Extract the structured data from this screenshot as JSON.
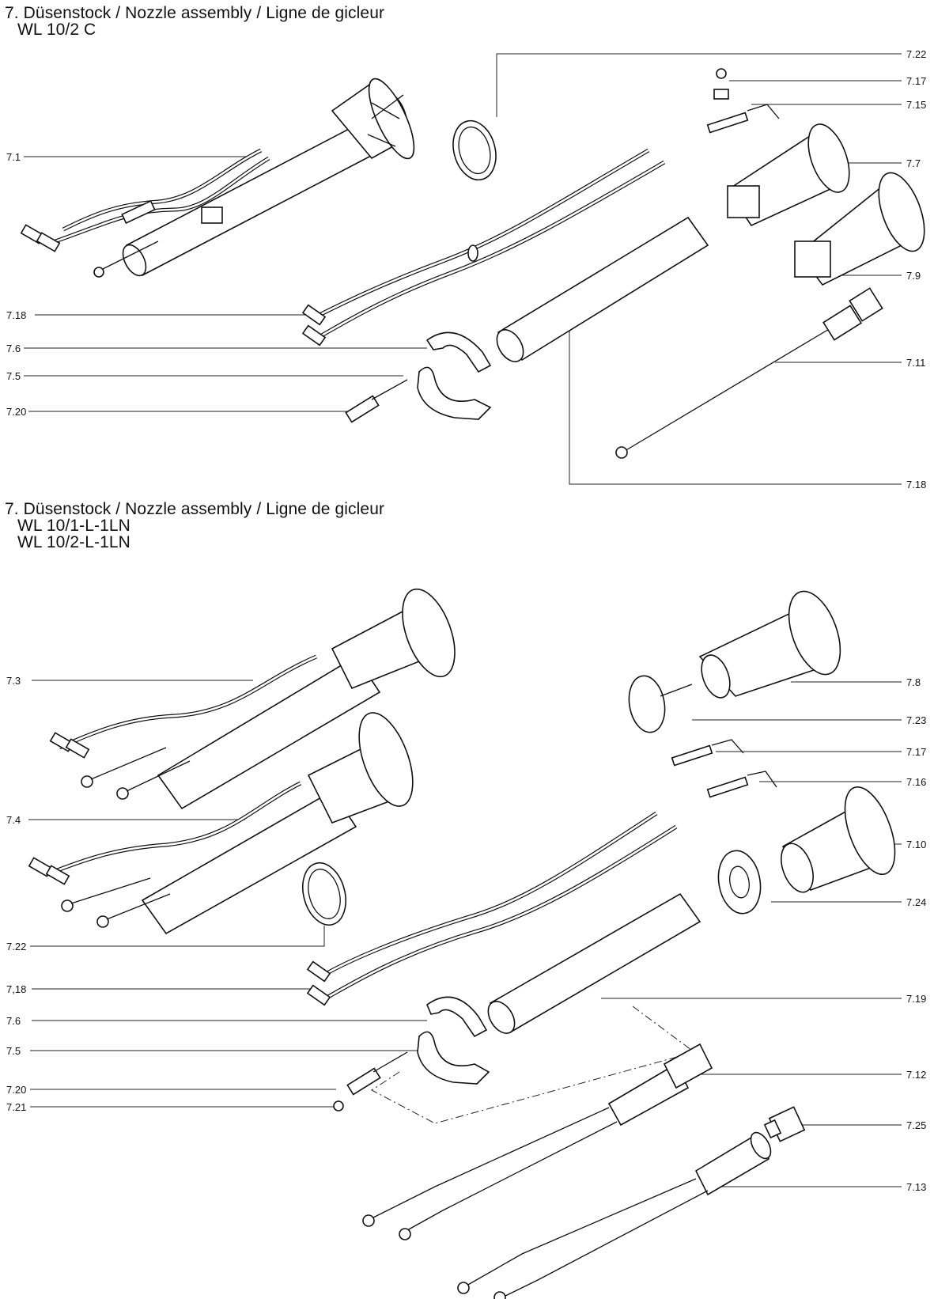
{
  "section1": {
    "title": "7. Düsenstock / Nozzle assembly / Ligne de gicleur",
    "models": [
      "WL 10/2 C"
    ],
    "labels": {
      "c71": "7.1",
      "c718a": "7.18",
      "c76": "7.6",
      "c75": "7.5",
      "c720": "7.20",
      "c722": "7.22",
      "c717": "7.17",
      "c715": "7.15",
      "c77": "7.7",
      "c79": "7.9",
      "c711": "7.11",
      "c718b": "7.18"
    }
  },
  "section2": {
    "title": "7. Düsenstock / Nozzle assembly / Ligne de gicleur",
    "models": [
      "WL 10/1-L-1LN",
      "WL 10/2-L-1LN"
    ],
    "labels": {
      "c73": "7.3",
      "c74": "7.4",
      "c722": "7.22",
      "c718": "7,18",
      "c76": "7.6",
      "c75": "7.5",
      "c720": "7.20",
      "c721": "7.21",
      "c78": "7.8",
      "c723": "7.23",
      "c717": "7.17",
      "c716": "7.16",
      "c710": "7.10",
      "c724": "7.24",
      "c719": "7.19",
      "c712": "7.12",
      "c725": "7.25",
      "c713": "7.13"
    }
  }
}
